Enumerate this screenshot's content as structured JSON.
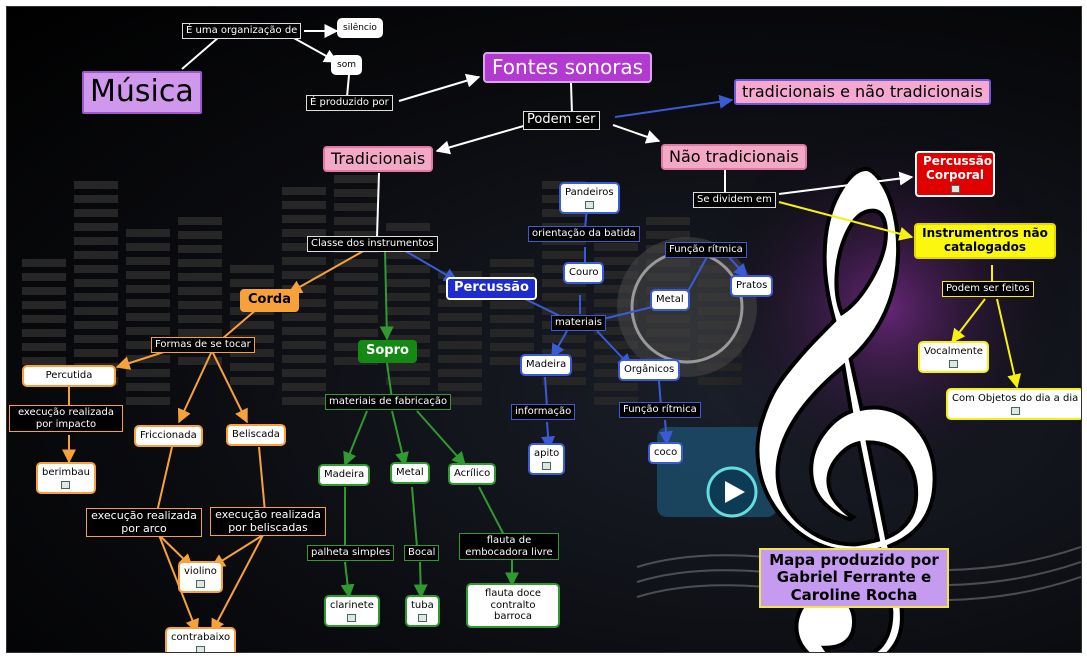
{
  "map": {
    "musica": "Música",
    "e_uma_organizacao_de": "É uma organização de",
    "silencio": "silêncio",
    "som": "som",
    "e_produzido_por": "É produzido por",
    "fontes_sonoras": "Fontes sonoras",
    "podem_ser": "Podem ser",
    "tradicionais_e_nao": "tradicionais e não tradicionais",
    "tradicionais": "Tradicionais",
    "nao_tradicionais": "Não tradicionais",
    "se_dividem_em": "Se dividem em",
    "percussao_corporal": "Percussão Corporal",
    "instrumentos_nao_catalogados": "Instrumentros não catalogados",
    "podem_ser_feitos": "Podem ser feitos",
    "vocalmente": "Vocalmente",
    "com_objetos": "Com Objetos do dia a dia",
    "classe_dos_instrumentos": "Classe dos instrumentos",
    "corda": "Corda",
    "sopro": "Sopro",
    "percussao": "Percussão",
    "formas_de_se_tocar": "Formas de se tocar",
    "percutida": "Percutida",
    "execucao_impacto": "execução realizada por  impacto",
    "berimbau": "berimbau",
    "friccionada": "Friccionada",
    "beliscada": "Beliscada",
    "execucao_arco": "execução realizada por arco",
    "execucao_beliscadas": "execução realizada por beliscadas",
    "violino": "violino",
    "contrabaixo": "contrabaixo",
    "materiais_de_fabricacao": "materiais de fabricação",
    "madeira_sopro": "Madeira",
    "metal_sopro": "Metal",
    "acrilico": "Acrílico",
    "palheta_simples": "palheta simples",
    "bocal": "Bocal",
    "flauta_embocadora": "flauta de embocadora livre",
    "clarinete": "clarinete",
    "tuba": "tuba",
    "flauta_doce": "flauta doce contralto barroca",
    "pandeiros": "Pandeiros",
    "orientacao_batida": "orientação da batida",
    "couro": "Couro",
    "funcao_ritmica_1": "Função rítmica",
    "metal_perc": "Metal",
    "pratos": "Pratos",
    "materiais": "materiais",
    "madeira_perc": "Madeira",
    "organicos": "Orgânicos",
    "informacao": "informação",
    "funcao_ritmica_2": "Função rítmica",
    "apito": "apito",
    "coco": "coco",
    "credit": "Mapa produzido por Gabriel Ferrante e Caroline Rocha"
  },
  "colors": {
    "background": "#0b0c10",
    "corda": "#f7a13a",
    "sopro": "#2f9a2f",
    "percussao": "#3b5bd6",
    "nao_catalogados": "#f4f20e",
    "percussao_corporal": "#e00000",
    "fontes_sonoras": "#b23ad1",
    "musica": "#cf98ec",
    "tradicionais": "#f3a9c6"
  }
}
